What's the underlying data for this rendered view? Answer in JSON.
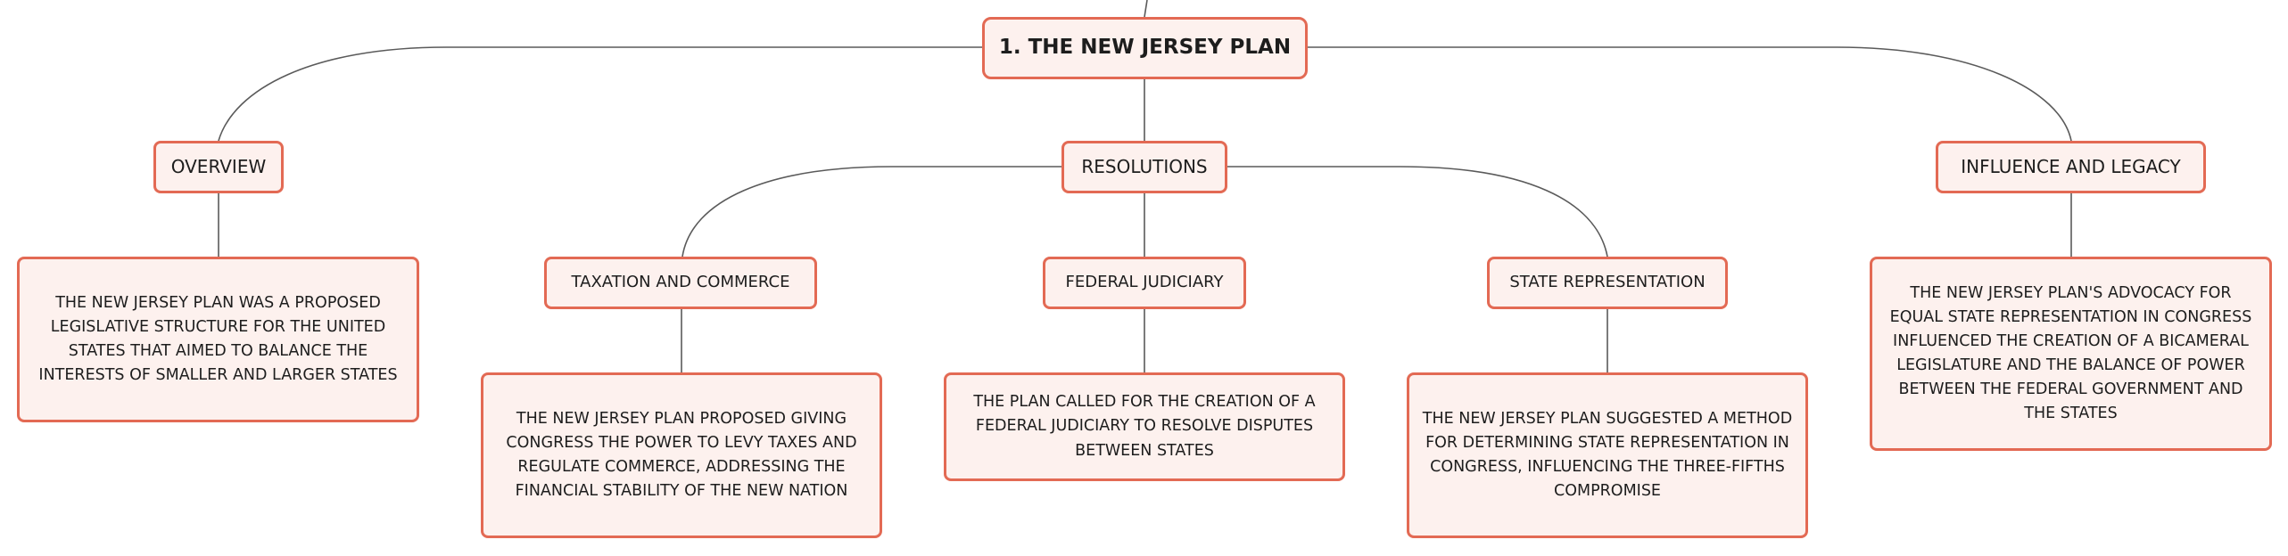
{
  "colors": {
    "node_fill": "#fdf1ee",
    "node_border": "#e36a54",
    "connector": "#5a5a5a",
    "text": "#1d1d1d"
  },
  "root": {
    "label": "1. THE NEW JERSEY PLAN"
  },
  "branches": {
    "overview": {
      "label": "OVERVIEW",
      "detail": "THE NEW JERSEY PLAN WAS A PROPOSED LEGISLATIVE STRUCTURE FOR THE UNITED STATES THAT AIMED TO BALANCE THE INTERESTS OF SMALLER AND LARGER STATES"
    },
    "resolutions": {
      "label": "RESOLUTIONS",
      "children": {
        "taxation": {
          "label": "TAXATION AND COMMERCE",
          "detail": "THE NEW JERSEY PLAN PROPOSED GIVING CONGRESS THE POWER TO LEVY TAXES AND REGULATE COMMERCE, ADDRESSING THE FINANCIAL STABILITY OF THE NEW NATION"
        },
        "judiciary": {
          "label": "FEDERAL JUDICIARY",
          "detail": "THE PLAN CALLED FOR THE CREATION OF A FEDERAL JUDICIARY TO RESOLVE DISPUTES BETWEEN STATES"
        },
        "representation": {
          "label": "STATE REPRESENTATION",
          "detail": "THE NEW JERSEY PLAN SUGGESTED A METHOD FOR DETERMINING STATE REPRESENTATION IN CONGRESS, INFLUENCING THE THREE-FIFTHS COMPROMISE"
        }
      }
    },
    "influence": {
      "label": "INFLUENCE AND LEGACY",
      "detail": "THE NEW JERSEY PLAN'S ADVOCACY FOR EQUAL STATE REPRESENTATION IN CONGRESS INFLUENCED THE CREATION OF A BICAMERAL LEGISLATURE AND THE BALANCE OF POWER BETWEEN THE FEDERAL GOVERNMENT AND THE STATES"
    }
  }
}
